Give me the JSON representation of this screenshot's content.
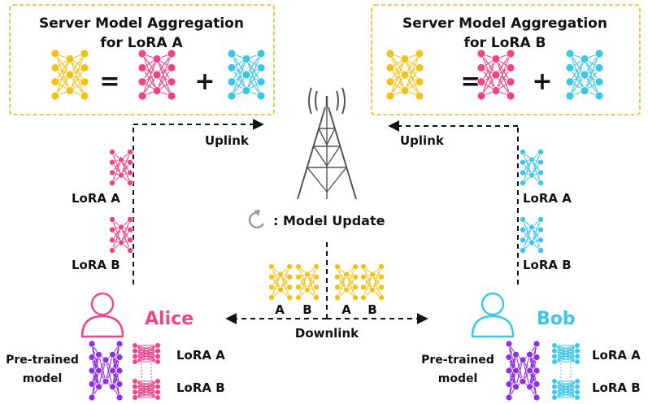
{
  "colors": {
    "yellow": "#f2c21b",
    "pink": "#f0448a",
    "cyan": "#3ec6ea",
    "purple": "#8e2ee6",
    "frame": "#f0b429",
    "dark": "#111111",
    "tower": "#555555",
    "update_icon": "#999999"
  },
  "server_a": {
    "title_line1": "Server Model Aggregation",
    "title_line2": "for LoRA A",
    "equals": "=",
    "plus": "+"
  },
  "server_b": {
    "title_line1": "Server Model Aggregation",
    "title_line2": "for LoRA B",
    "equals": "=",
    "plus": "+"
  },
  "links": {
    "uplink_left": "Uplink",
    "uplink_right": "Uplink",
    "downlink": "Downlink"
  },
  "legend": {
    "model_update": ": Model Update"
  },
  "alice": {
    "name": "Alice",
    "lora_a": "LoRA A",
    "lora_b": "LoRA B",
    "pretrained_line1": "Pre-trained",
    "pretrained_line2": "model",
    "local_lora_a": "LoRA A",
    "local_lora_b": "LoRA B"
  },
  "bob": {
    "name": "Bob",
    "lora_a": "LoRA A",
    "lora_b": "LoRA B",
    "pretrained_line1": "Pre-trained",
    "pretrained_line2": "model",
    "local_lora_a": "LoRA A",
    "local_lora_b": "LoRA B"
  },
  "downlink_models": {
    "label_1": "A",
    "label_2": "B",
    "label_3": "A",
    "label_4": "B"
  },
  "icons": {
    "tower": "cell-tower-icon",
    "user": "user-icon",
    "network": "neural-network-icon",
    "update": "refresh-icon"
  }
}
